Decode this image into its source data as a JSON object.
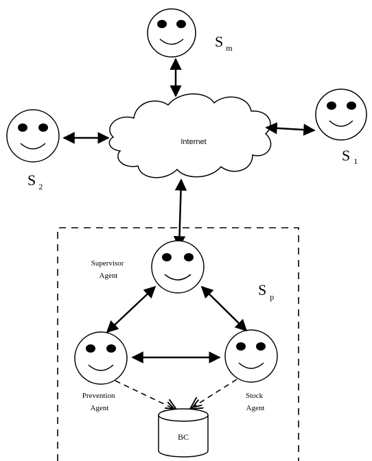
{
  "nodes": {
    "s_m": {
      "label_main": "S",
      "label_sub": "m"
    },
    "s_1": {
      "label_main": "S",
      "label_sub": "1"
    },
    "s_2": {
      "label_main": "S",
      "label_sub": "2"
    },
    "s_p": {
      "label_main": "S",
      "label_sub": "p"
    }
  },
  "internet": {
    "label": "Internet"
  },
  "agents": {
    "supervisor": {
      "line1": "Supervisor",
      "line2": "Agent"
    },
    "prevention": {
      "line1": "Prevention",
      "line2": "Agent"
    },
    "stock": {
      "line1": "Stock",
      "line2": "Agent"
    }
  },
  "database": {
    "label": "BC"
  }
}
